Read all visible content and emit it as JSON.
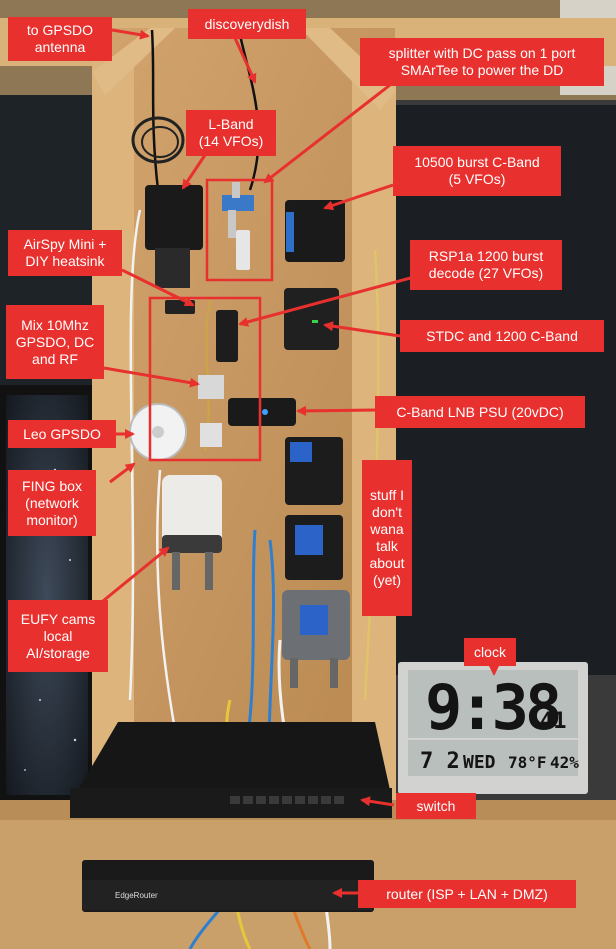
{
  "colors": {
    "label_bg": "#e8302e",
    "label_text": "#ffffff",
    "arrow": "#e8302e",
    "plywood": "#c99a62",
    "lumber": "#d9b27a",
    "wall_dark": "#1c1f22"
  },
  "labels": {
    "to_gpsdo_antenna": "to GPSDO\nantenna",
    "discoverydish": "discoverydish",
    "splitter": "splitter with DC pass on 1 port\nSMArTee to power the DD",
    "l_band": "L-Band\n(14 VFOs)",
    "c_band_10500": "10500 burst C-Band\n(5 VFOs)",
    "airspy": "AirSpy Mini +\nDIY heatsink",
    "rsp1a": "RSP1a 1200 burst\ndecode (27 VFOs)",
    "mix_10mhz": "Mix 10Mhz\nGPSDO, DC\nand RF",
    "stdc": "STDC and 1200 C-Band",
    "lnb_psu": "C-Band LNB PSU (20vDC)",
    "leo_gpsdo": "Leo GPSDO",
    "fing_box": "FING box\n(network\nmonitor)",
    "stuff": "stuff I\ndon't\nwana\ntalk\nabout\n(yet)",
    "eufy": "EUFY cams\nlocal\nAI/storage",
    "clock": "clock",
    "switch": "switch",
    "router": "router (ISP + LAN + DMZ)"
  },
  "clock_display": {
    "time": "9:38",
    "seconds": "41",
    "date": "7  2",
    "weekday": "WED",
    "temperature": "78°F",
    "humidity": "42%"
  },
  "router_brand": "EdgeRouter"
}
